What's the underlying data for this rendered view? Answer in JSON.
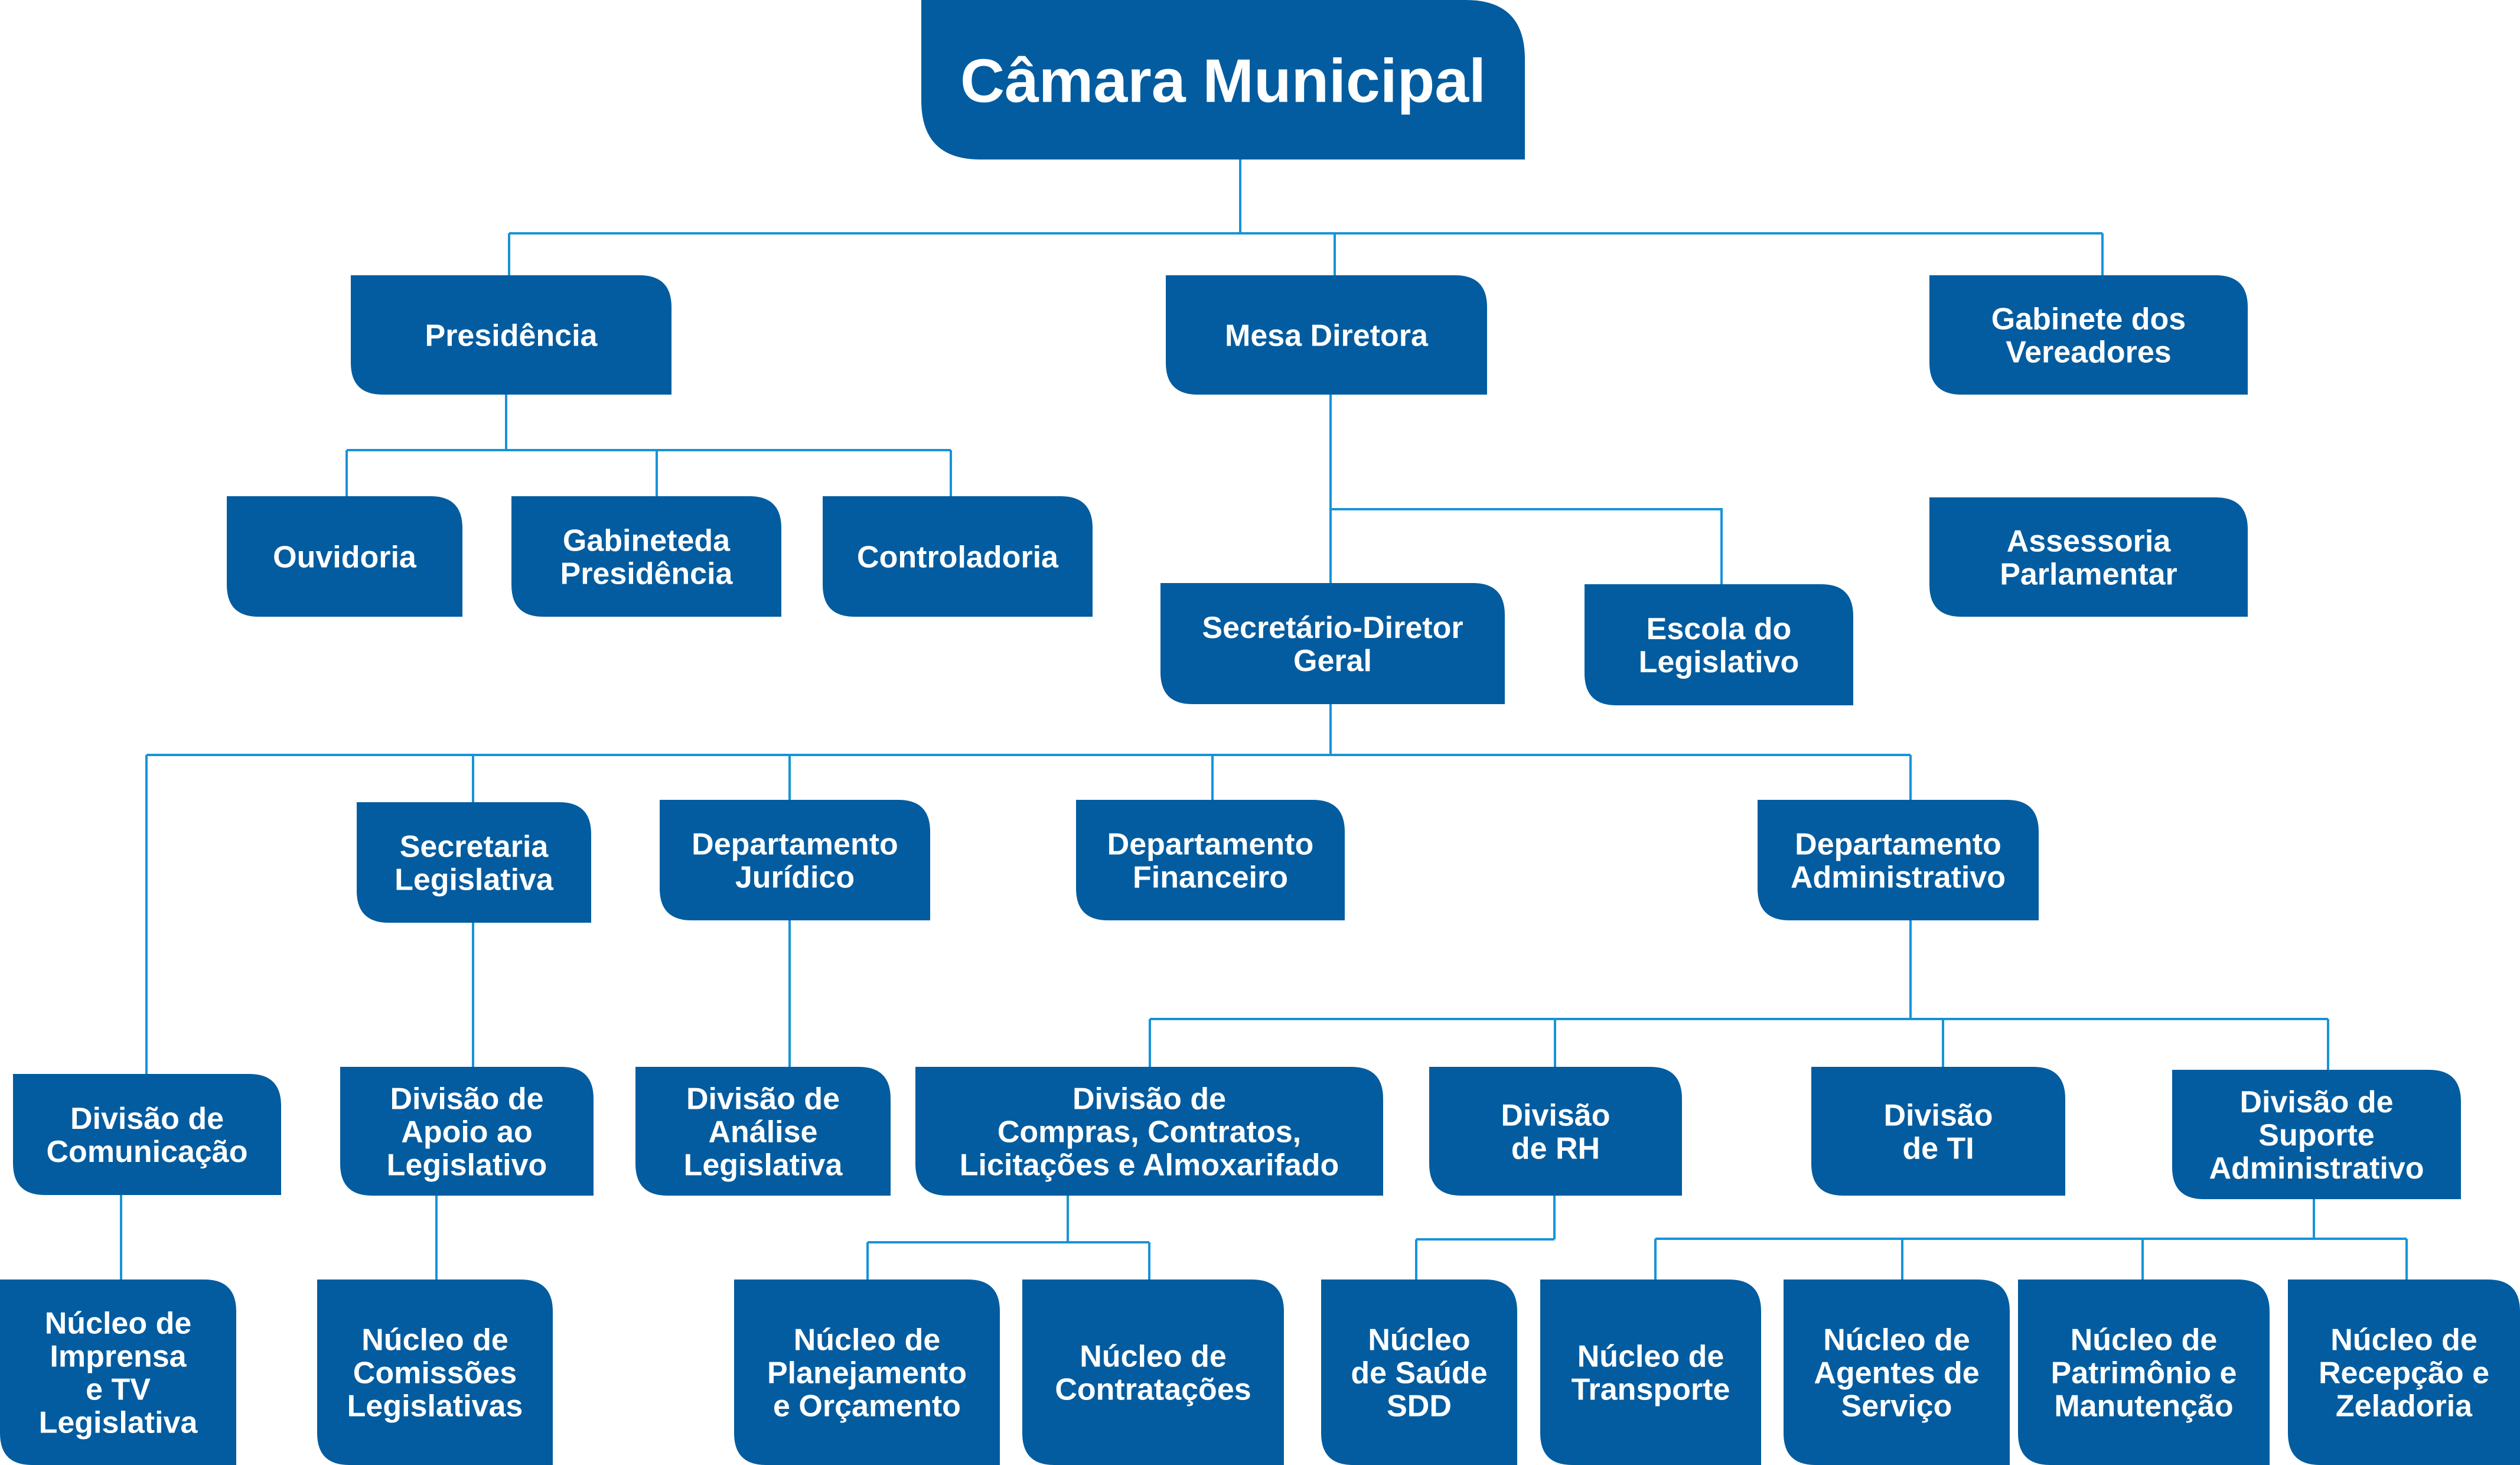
{
  "title": "Câmara Municipal",
  "colors": {
    "box_fill": "#035c9f",
    "connector": "#1793d8",
    "text": "#ffffff",
    "background": "#ffffff"
  },
  "nodes": [
    {
      "id": "camara",
      "lines": [
        "Câmara Municipal"
      ],
      "parent": null,
      "level": "root"
    },
    {
      "id": "presidencia",
      "lines": [
        "Presidência"
      ],
      "parent": "camara",
      "level": 1
    },
    {
      "id": "mesa",
      "lines": [
        "Mesa Diretora"
      ],
      "parent": "camara",
      "level": 1
    },
    {
      "id": "gabvereadores",
      "lines": [
        "Gabinete dos",
        "Vereadores"
      ],
      "parent": "camara",
      "level": 1
    },
    {
      "id": "ouvidoria",
      "lines": [
        "Ouvidoria"
      ],
      "parent": "presidencia",
      "level": 2
    },
    {
      "id": "gabpres",
      "lines": [
        "Gabineteda",
        "Presidência"
      ],
      "parent": "presidencia",
      "level": 2
    },
    {
      "id": "controladoria",
      "lines": [
        "Controladoria"
      ],
      "parent": "presidencia",
      "level": 2
    },
    {
      "id": "assessoria",
      "lines": [
        "Assessoria",
        "Parlamentar"
      ],
      "parent": null,
      "level": 2
    },
    {
      "id": "sdg",
      "lines": [
        "Secretário-Diretor",
        "Geral"
      ],
      "parent": "mesa",
      "level": 2
    },
    {
      "id": "escola",
      "lines": [
        "Escola do",
        "Legislativo"
      ],
      "parent": "mesa",
      "level": 2
    },
    {
      "id": "seclegis",
      "lines": [
        "Secretaria",
        "Legislativa"
      ],
      "parent": "sdg",
      "level": 3
    },
    {
      "id": "depjur",
      "lines": [
        "Departamento",
        "Jurídico"
      ],
      "parent": "sdg",
      "level": 3
    },
    {
      "id": "depfin",
      "lines": [
        "Departamento",
        "Financeiro"
      ],
      "parent": "sdg",
      "level": 3
    },
    {
      "id": "depadm",
      "lines": [
        "Departamento",
        "Administrativo"
      ],
      "parent": "sdg",
      "level": 3
    },
    {
      "id": "divcom",
      "lines": [
        "Divisão de",
        "Comunicação"
      ],
      "parent": "sdg",
      "level": 4
    },
    {
      "id": "divapoio",
      "lines": [
        "Divisão de",
        "Apoio ao",
        "Legislativo"
      ],
      "parent": "seclegis",
      "level": 4
    },
    {
      "id": "divanalise",
      "lines": [
        "Divisão de",
        "Análise",
        "Legislativa"
      ],
      "parent": "depjur",
      "level": 4
    },
    {
      "id": "divcompras",
      "lines": [
        "Divisão de",
        "Compras, Contratos,",
        "Licitações e Almoxarifado"
      ],
      "parent": "depadm",
      "level": 4
    },
    {
      "id": "divrh",
      "lines": [
        "Divisão",
        "de RH"
      ],
      "parent": "depadm",
      "level": 4
    },
    {
      "id": "divti",
      "lines": [
        "Divisão",
        "de TI"
      ],
      "parent": "depadm",
      "level": 4
    },
    {
      "id": "divsuporte",
      "lines": [
        "Divisão de",
        "Suporte",
        "Administrativo"
      ],
      "parent": "depadm",
      "level": 4
    },
    {
      "id": "nucimprensa",
      "lines": [
        "Núcleo de",
        "Imprensa",
        "e TV",
        "Legislativa"
      ],
      "parent": "divcom",
      "level": 5
    },
    {
      "id": "nuccomissoes",
      "lines": [
        "Núcleo de",
        "Comissões",
        "Legislativas"
      ],
      "parent": "divapoio",
      "level": 5
    },
    {
      "id": "nucplan",
      "lines": [
        "Núcleo de",
        "Planejamento",
        "e Orçamento"
      ],
      "parent": "divcompras",
      "level": 5
    },
    {
      "id": "nuccontrat",
      "lines": [
        "Núcleo de",
        "Contratações"
      ],
      "parent": "divcompras",
      "level": 5
    },
    {
      "id": "nucsaude",
      "lines": [
        "Núcleo",
        "de Saúde",
        "SDD"
      ],
      "parent": "divrh",
      "level": 5
    },
    {
      "id": "nuctransp",
      "lines": [
        "Núcleo de",
        "Transporte"
      ],
      "parent": "divsuporte",
      "level": 5
    },
    {
      "id": "nucagentes",
      "lines": [
        "Núcleo de",
        "Agentes de",
        "Serviço"
      ],
      "parent": "divsuporte",
      "level": 5
    },
    {
      "id": "nucpatrim",
      "lines": [
        "Núcleo de",
        "Patrimônio e",
        "Manutenção"
      ],
      "parent": "divsuporte",
      "level": 5
    },
    {
      "id": "nucrecep",
      "lines": [
        "Núcleo de",
        "Recepção e",
        "Zeladoria"
      ],
      "parent": "divsuporte",
      "level": 5
    }
  ]
}
